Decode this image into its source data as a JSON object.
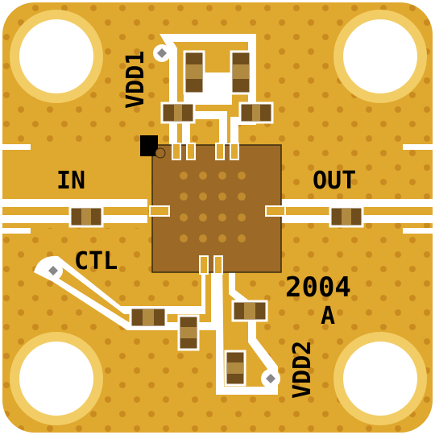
{
  "board": {
    "labels": {
      "vdd1": "VDD1",
      "in": "IN",
      "out": "OUT",
      "ctl": "CTL",
      "part_number": "2004",
      "revision": "A",
      "vdd2": "VDD2"
    },
    "colors": {
      "copper": "#dfa82e",
      "via_dots": "#c98b20",
      "silkscreen": "#ffffff",
      "chip": "#9c6a26",
      "chip_vias": "#c08a2e",
      "component": "#6f4d1d",
      "pin1_marker": "#000000"
    },
    "icons": [
      "mounting-hole-icon",
      "probe-pad-icon",
      "pin1-marker-icon"
    ]
  }
}
